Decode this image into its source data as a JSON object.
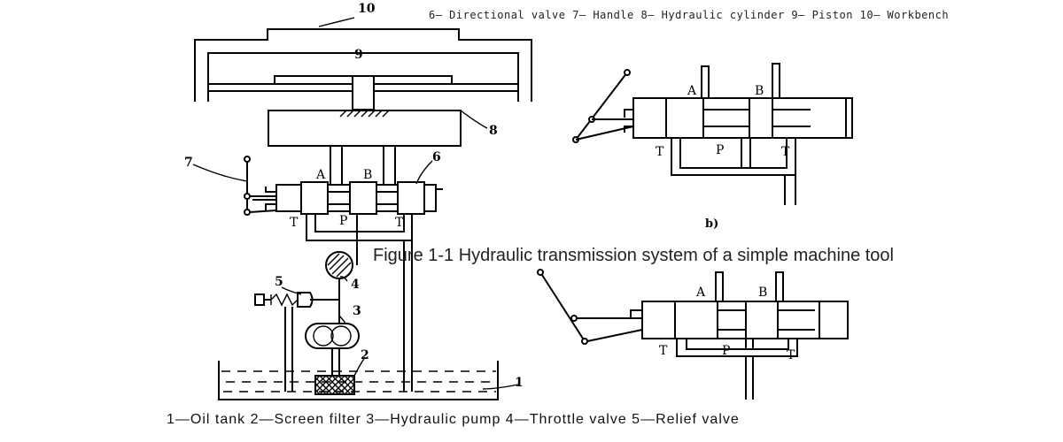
{
  "legend_top": "6— Directional valve 7— Handle 8— Hydraulic cylinder 9— Piston 10— Workbench",
  "caption": "Figure 1-1 Hydraulic transmission system of a simple machine tool",
  "legend_bottom": "1—Oil tank 2—Screen filter 3—Hydraulic pump 4—Throttle valve 5—Relief valve",
  "numbers": {
    "n1": "1",
    "n2": "2",
    "n3": "3",
    "n4": "4",
    "n5": "5",
    "n6": "6",
    "n7": "7",
    "n8": "8",
    "n9": "9",
    "n10": "10"
  },
  "ports": {
    "A": "A",
    "B": "B",
    "P": "P",
    "T": "T"
  },
  "sub_b": "b)"
}
